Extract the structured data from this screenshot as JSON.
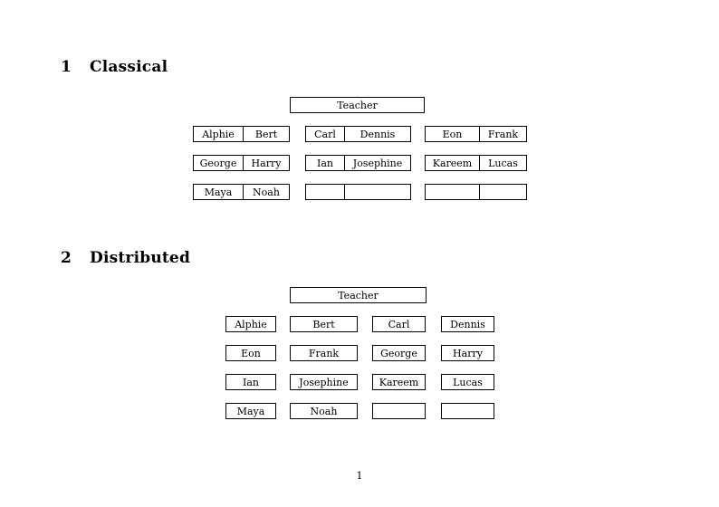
{
  "document": {
    "page_number": "1"
  },
  "sections": [
    {
      "number": "1",
      "title": "Classical",
      "teacher_label": "Teacher",
      "groups": [
        {
          "rows": [
            {
              "left": "Alphie",
              "right": "Bert"
            },
            {
              "left": "George",
              "right": "Harry"
            },
            {
              "left": "Maya",
              "right": "Noah"
            }
          ]
        },
        {
          "rows": [
            {
              "left": "Carl",
              "right": "Dennis"
            },
            {
              "left": "Ian",
              "right": "Josephine"
            },
            {
              "left": "",
              "right": ""
            }
          ]
        },
        {
          "rows": [
            {
              "left": "Eon",
              "right": "Frank"
            },
            {
              "left": "Kareem",
              "right": "Lucas"
            },
            {
              "left": "",
              "right": ""
            }
          ]
        }
      ]
    },
    {
      "number": "2",
      "title": "Distributed",
      "teacher_label": "Teacher",
      "grid": [
        [
          "Alphie",
          "Bert",
          "Carl",
          "Dennis"
        ],
        [
          "Eon",
          "Frank",
          "George",
          "Harry"
        ],
        [
          "Ian",
          "Josephine",
          "Kareem",
          "Lucas"
        ],
        [
          "Maya",
          "Noah",
          "",
          ""
        ]
      ]
    }
  ]
}
